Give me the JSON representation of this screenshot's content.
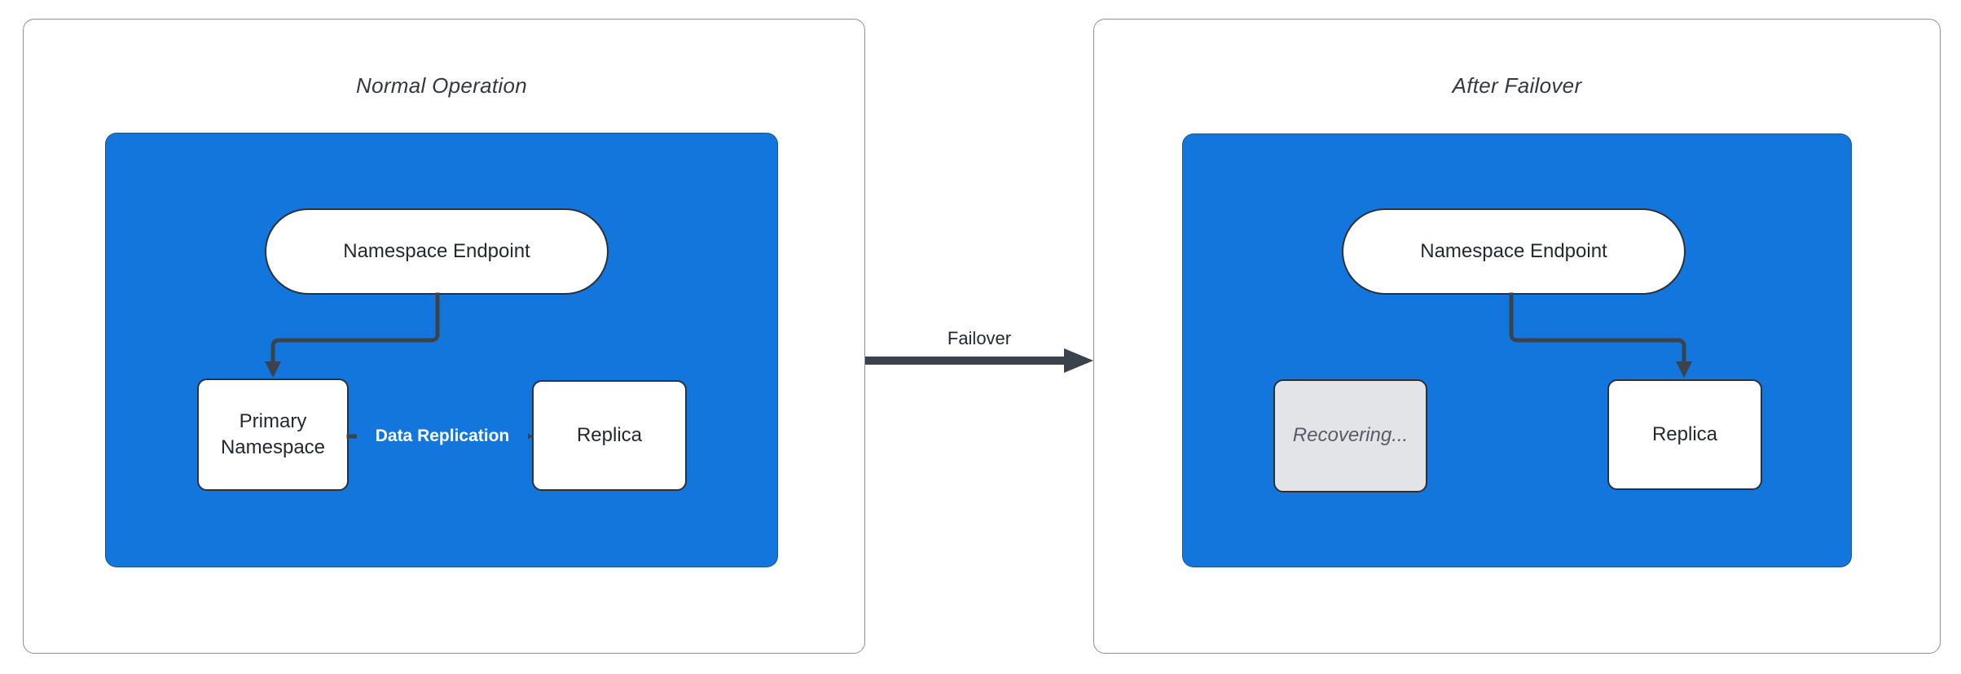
{
  "colors": {
    "cluster_blue": "#1276DC",
    "panel_border": "#909090",
    "node_border": "#2B313B",
    "connector": "#3A424C",
    "text_dark": "#23292F",
    "title_text": "#33393F",
    "recovering_fill": "#E2E4E8",
    "recovering_text": "#565D66",
    "edge_label_text": "#FFFFFF"
  },
  "panels": {
    "left": {
      "title": "Normal Operation",
      "endpoint_label": "Namespace Endpoint",
      "primary_label": "Primary Namespace",
      "replica_label": "Replica",
      "edge_label": "Data Replication"
    },
    "middle": {
      "failover_label": "Failover"
    },
    "right": {
      "title": "After Failover",
      "endpoint_label": "Namespace Endpoint",
      "recovering_label": "Recovering...",
      "replica_label": "Replica"
    }
  }
}
